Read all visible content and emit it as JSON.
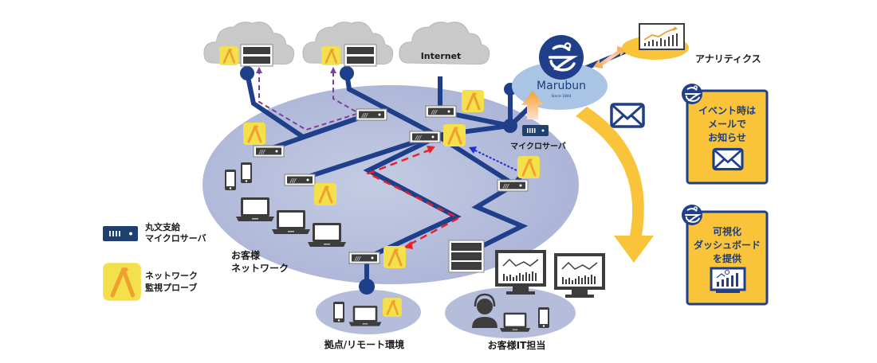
{
  "clouds": {
    "internet_label": "Internet"
  },
  "marubun": {
    "name": "Marubun",
    "since": "Since 1844",
    "micro_server_label": "マイクロサーバ"
  },
  "analytics": {
    "label": "アナリティクス"
  },
  "cards": [
    {
      "lines": [
        "イベント時は",
        "メールで",
        "お知らせ"
      ],
      "icon": "envelope-icon"
    },
    {
      "lines": [
        "可視化",
        "ダッシュボード",
        "を提供"
      ],
      "icon": "dashboard-monitor-icon"
    }
  ],
  "legend": {
    "micro_server": [
      "丸文支給",
      "マイクロサーバ"
    ],
    "probe": [
      "ネットワーク",
      "監視プローブ"
    ]
  },
  "network": {
    "customer_network": [
      "お客様",
      "ネットワーク"
    ],
    "remote_site": "拠点/リモート環境",
    "it_staff": "お客様IT担当"
  },
  "colors": {
    "navy": "#1f3f8a",
    "probe_yellow": "#f3e04a",
    "probe_orange": "#f0a030",
    "card_yellow": "#f9c33a",
    "cloud_gray": "#c9c9c9",
    "network_ellipse": "#b8c0dc",
    "marubun_ellipse": "#a9c4e4",
    "flow_red": "#e8202a",
    "flow_purple": "#7a3fa0",
    "flow_blue": "#2030d0"
  }
}
